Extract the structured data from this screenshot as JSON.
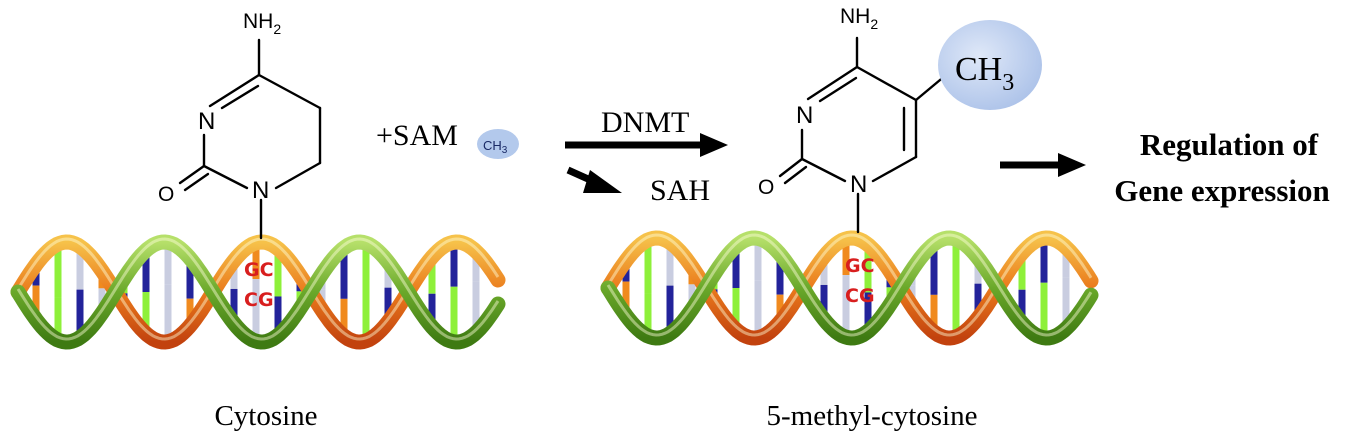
{
  "left_molecule": {
    "amine_base": "NH",
    "amine_sub": "2",
    "ring_n_top": "N",
    "ring_n_bottom": "N",
    "carbonyl_o": "O",
    "caption": "Cytosine"
  },
  "sam": {
    "label": "+SAM",
    "methyl": "CH",
    "methyl_sub": "3"
  },
  "reaction": {
    "enzyme": "DNMT",
    "byproduct": "SAH"
  },
  "right_molecule": {
    "amine_base": "NH",
    "amine_sub": "2",
    "ring_n_top": "N",
    "ring_n_bottom": "N",
    "carbonyl_o": "O",
    "methyl": "CH",
    "methyl_sub": "3",
    "caption": "5-methyl-cytosine"
  },
  "base_pairs": {
    "left_top": "GC",
    "left_bottom": "CG",
    "right_top": "GC",
    "right_bottom": "CG"
  },
  "outcome": {
    "line1": "Regulation of",
    "line2": "Gene expression"
  },
  "colors": {
    "strand_green": "#5e9e1e",
    "strand_orange": "#e0661a",
    "base_pair_text": "#d81e1e",
    "methyl_bubble": "#b3c9ec",
    "rung_navy": "#23239a",
    "rung_lime": "#8ef03a",
    "rung_silver": "#c9cde0",
    "rung_orange": "#f08a1e"
  }
}
